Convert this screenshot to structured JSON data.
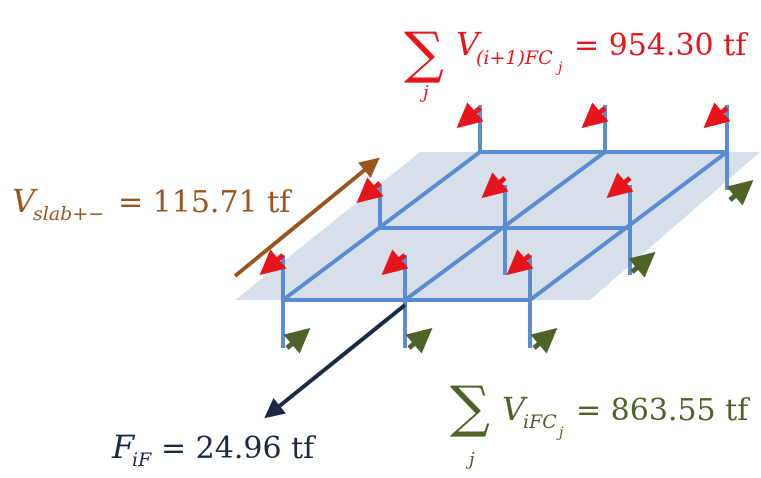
{
  "colors": {
    "top_force": "#e8141b",
    "bottom_force": "#4f6228",
    "slab_force": "#99541f",
    "resultant": "#1b2a44",
    "frame": "#5b8bd0",
    "slab_fill": "#c9d5e3"
  },
  "top_sum": {
    "sum_symbol": "∑",
    "index": "j",
    "symbol": "V",
    "subscript_main": "(i+1)FC",
    "subscript_sub": "j",
    "equals_value": "= 954.30 tf"
  },
  "bottom_sum": {
    "sum_symbol": "∑",
    "index": "j",
    "symbol": "V",
    "subscript_main": "iFC",
    "subscript_sub": "j",
    "equals_value": "= 863.55 tf"
  },
  "slab_label": {
    "symbol": "V",
    "subscript": "slab+−",
    "equals_value": "= 115.71 tf"
  },
  "resultant_label": {
    "symbol": "F",
    "subscript": "iF",
    "equals_value": "= 24.96 tf"
  }
}
